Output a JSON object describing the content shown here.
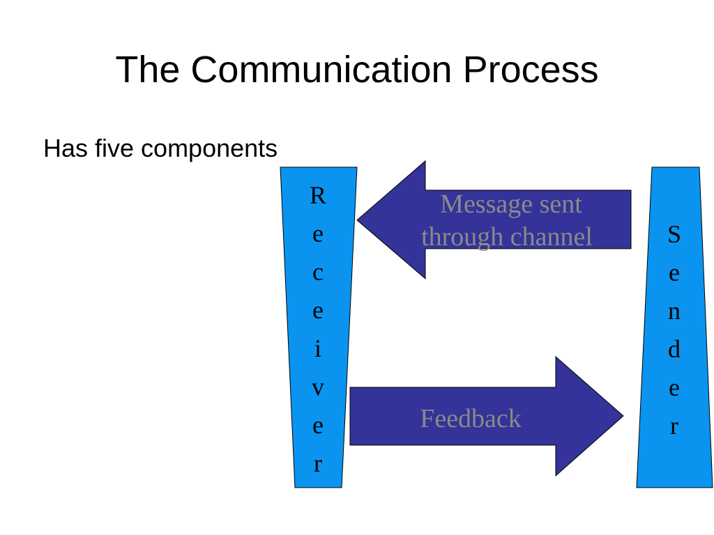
{
  "slide": {
    "title": "The Communication Process",
    "subtitle": "Has five components"
  },
  "diagram": {
    "receiver_label": "Receiver",
    "sender_label": "Sender",
    "message_arrow": {
      "line1": "Message sent",
      "line2": "through channel"
    },
    "feedback_arrow": {
      "label": "Feedback"
    }
  },
  "colors": {
    "bar_fill": "#0A94F0",
    "arrow_fill": "#333399",
    "arrow_text": "#8A8A8A",
    "outline": "#000000",
    "title_text": "#000000"
  }
}
